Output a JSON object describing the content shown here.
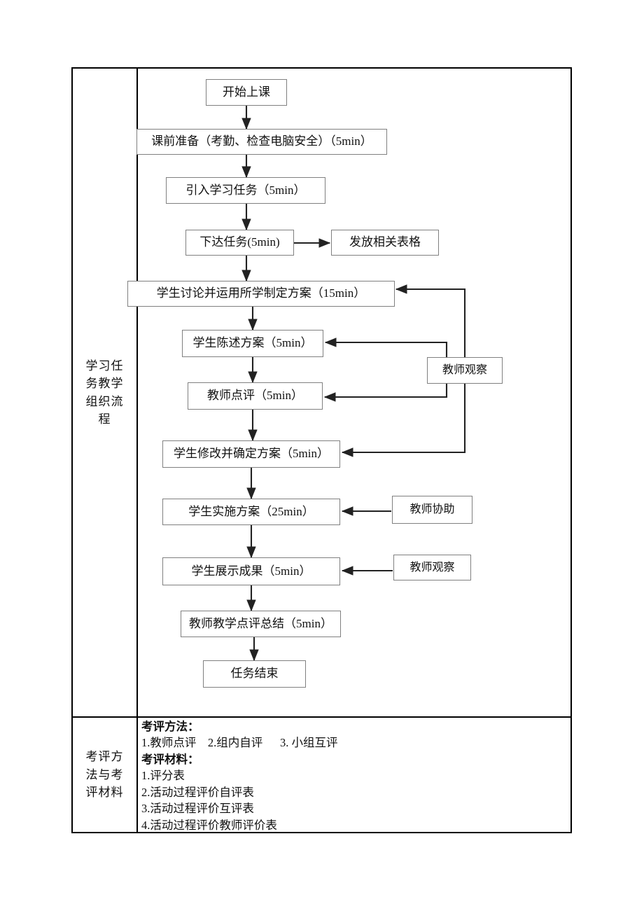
{
  "document": {
    "table": {
      "rows": [
        {
          "label": "学习任务教学组织流程",
          "label_lines": [
            "学习任",
            "务教学",
            "组织流",
            "程"
          ]
        },
        {
          "label": "考评方法与考评材料",
          "label_lines": [
            "考评方",
            "法与考",
            "评材料"
          ]
        }
      ]
    }
  },
  "flowchart": {
    "title": "学习任务教学组织流程",
    "nodes": {
      "start": "开始上课",
      "prep": "课前准备（考勤、检查电脑安全）（5min）",
      "intro": "引入学习任务（5min）",
      "assign": "下达任务(5min)",
      "forms": "发放相关表格",
      "discuss": "学生讨论并运用所学制定方案（15min）",
      "present": "学生陈述方案（5min）",
      "comment": "教师点评（5min）",
      "revise": "学生修改并确定方案（5min）",
      "implement": "学生实施方案（25min）",
      "show": "学生展示成果（5min）",
      "summary": "教师教学点评总结（5min）",
      "end": "任务结束",
      "observe_mid": "教师观察",
      "assist": "教师协助",
      "observe_low": "教师观察"
    }
  },
  "assessment": {
    "methods_heading": "考评方法：",
    "methods_line": "1.教师点评    2.组内自评      3. 小组互评",
    "materials_heading": "考评材料：",
    "materials": [
      "1.评分表",
      "2.活动过程评价自评表",
      "3.活动过程评价互评表",
      "4.活动过程评价教师评价表"
    ]
  },
  "colors": {
    "table_border": "#000000",
    "node_border": "#808080",
    "connector": "#222222",
    "text": "#111111",
    "background": "#ffffff"
  }
}
